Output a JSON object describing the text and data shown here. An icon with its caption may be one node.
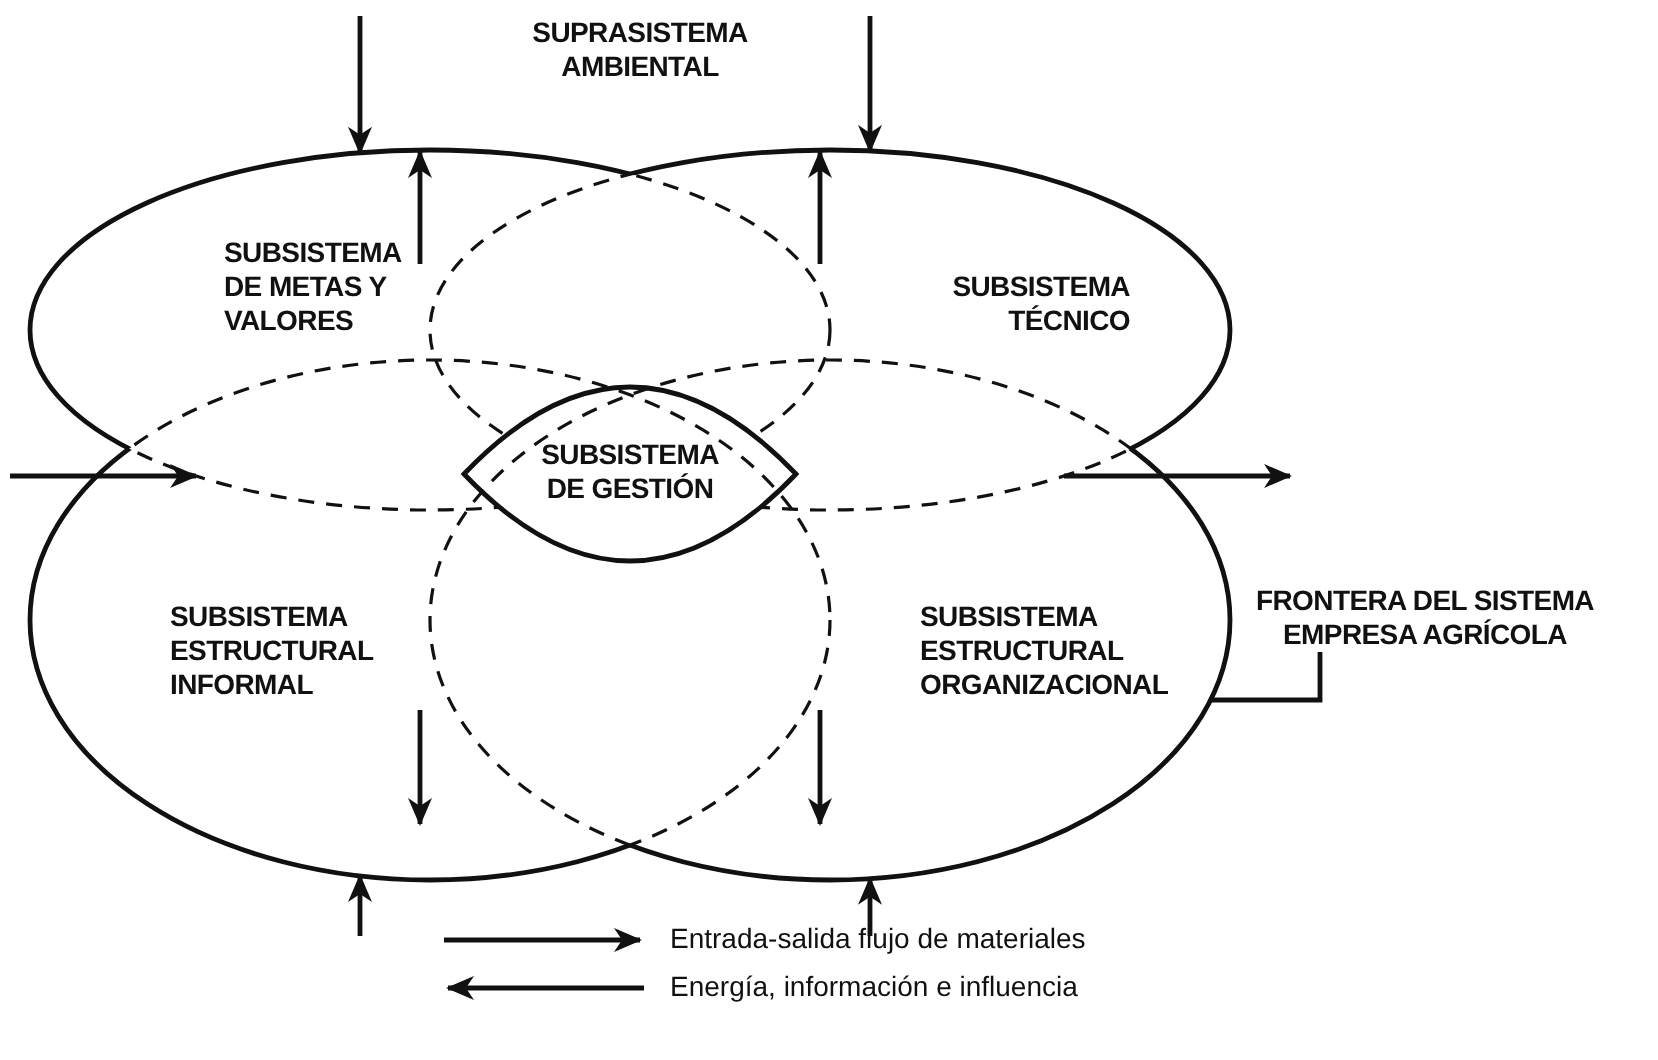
{
  "diagram": {
    "nodes": [
      {
        "text": [
          "SUBSISTEMA DE METAS Y VALORES"
        ]
      },
      {
        "text": [
          "SUBSISTEMA TÉCNICO"
        ]
      },
      {
        "text": [
          "SUBSISTEMA DE GESTIÓN"
        ]
      },
      {
        "text": [
          "SUBSISTEMA ESTRUCTURAL INFORMAL"
        ]
      },
      {
        "text": [
          "SUBSISTEMA ESTRUCTURAL ORGANIZACIONAL"
        ]
      },
      {
        "text": [
          "FRONTERA DEL SISTEMA EMPRESA AGRÍCOLA"
        ]
      }
    ],
    "edges": [
      {
        "from": null,
        "to": 0,
        "arrow": "to"
      },
      {
        "from": null,
        "to": 1,
        "arrow": "to"
      },
      {
        "from": null,
        "to": 0,
        "arrow": "to"
      },
      {
        "from": 1,
        "to": null,
        "arrow": "to"
      },
      {
        "from": null,
        "to": 3,
        "arrow": "to"
      },
      {
        "from": null,
        "to": 4,
        "arrow": "to"
      },
      {
        "from": 5,
        "to": 4,
        "arrow": "none"
      }
    ],
    "labels": [
      "SUPRASISTEMA AMBIENTAL"
    ],
    "legend": [
      {
        "text": "Entrada-salida flujo de materiales"
      },
      {
        "text": "Energía, información e influencia"
      }
    ]
  }
}
